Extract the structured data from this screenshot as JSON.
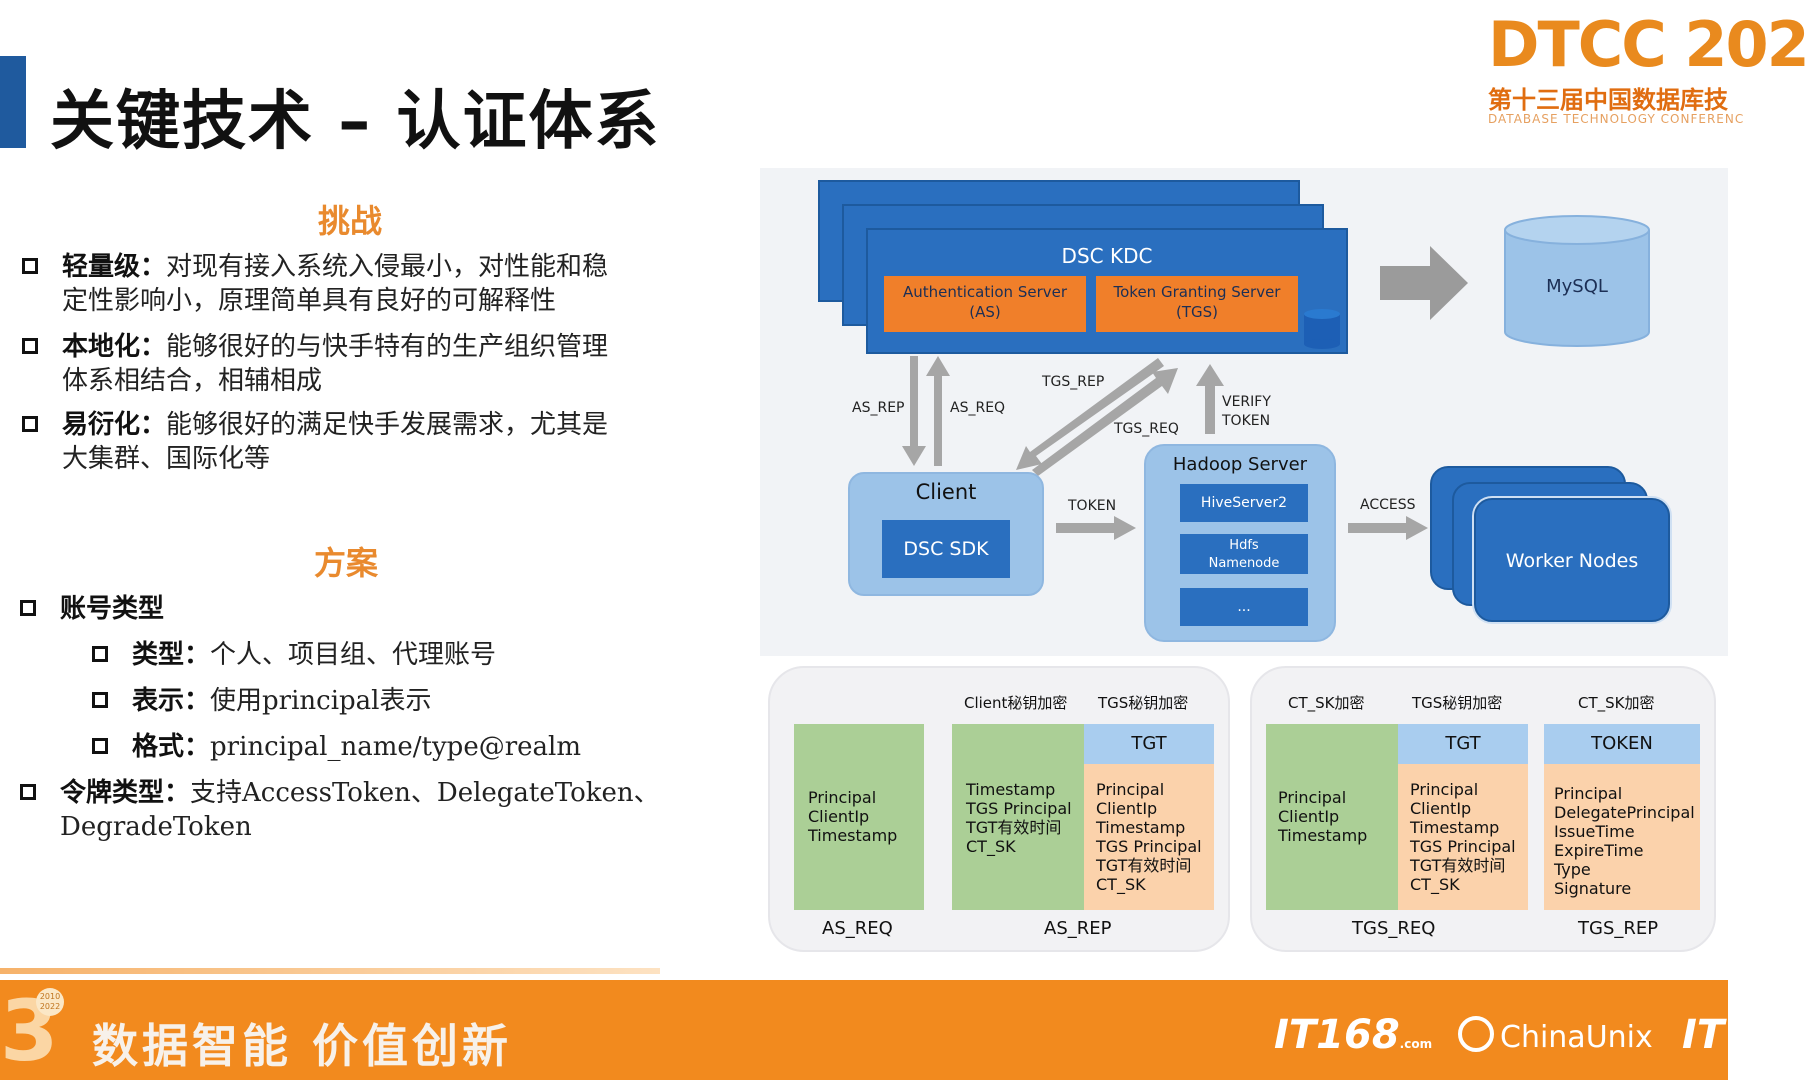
{
  "title": "关键技术 – 认证体系",
  "logo": {
    "main": "DTCC 202",
    "sub": "第十三届中国数据库技",
    "en": "DATABASE TECHNOLOGY CONFERENC"
  },
  "challenge": {
    "heading": "挑战",
    "items": [
      {
        "key": "轻量级：",
        "line1": "对现有接入系统入侵最小，对性能和稳",
        "line2": "定性影响小，原理简单具有良好的可解释性"
      },
      {
        "key": "本地化：",
        "line1": "能够很好的与快手特有的生产组织管理",
        "line2": "体系相结合，相辅相成"
      },
      {
        "key": "易衍化：",
        "line1": "能够很好的满足快手发展需求，尤其是",
        "line2": "大集群、国际化等"
      }
    ]
  },
  "solution": {
    "heading": "方案",
    "account": "账号类型",
    "sub": [
      {
        "key": "类型：",
        "val": "个人、项目组、代理账号"
      },
      {
        "key": "表示：",
        "val": "使用principal表示"
      },
      {
        "key": "格式：",
        "val": "principal_name/type@realm"
      }
    ],
    "token_key": "令牌类型：",
    "token_line1": "支持AccessToken、DelegateToken、",
    "token_line2": "DegradeToken"
  },
  "diagram": {
    "kdc": "DSC KDC",
    "as": "Authentication Server",
    "as_abbr": "(AS)",
    "tgs": "Token Granting Server",
    "tgs_abbr": "(TGS)",
    "mysql": "MySQL",
    "as_rep": "AS_REP",
    "as_req": "AS_REQ",
    "tgs_rep": "TGS_REP",
    "tgs_req": "TGS_REQ",
    "verify1": "VERIFY",
    "verify2": "TOKEN",
    "client": "Client",
    "sdk": "DSC SDK",
    "token": "TOKEN",
    "hadoop": "Hadoop Server",
    "hive": "HiveServer2",
    "hdfs1": "Hdfs",
    "hdfs2": "Namenode",
    "more": "...",
    "access": "ACCESS",
    "workers": "Worker Nodes"
  },
  "tables": {
    "left": {
      "enc1": "Client秘钥加密",
      "enc2": "TGS秘钥加密",
      "asreq_cell": "Principal\nClientIp\nTimestamp",
      "asrep_cell": "Timestamp\nTGS Principal\nTGT有效时间\nCT_SK",
      "tgt": "TGT",
      "tgt_cell": "Principal\nClientIp\nTimestamp\nTGS Principal\nTGT有效时间\nCT_SK",
      "cap1": "AS_REQ",
      "cap2": "AS_REP"
    },
    "right": {
      "enc1": "CT_SK加密",
      "enc2": "TGS秘钥加密",
      "enc3": "CT_SK加密",
      "tgsreq_cell": "Principal\nClientIp\nTimestamp",
      "tgt": "TGT",
      "tgt_cell": "Principal\nClientIp\nTimestamp\nTGS Principal\nTGT有效时间\nCT_SK",
      "token": "TOKEN",
      "token_cell": "Principal\nDelegatePrincipal\nIssueTime\nExpireTime\nType\nSignature",
      "cap1": "TGS_REQ",
      "cap2": "TGS_REP"
    }
  },
  "footer": {
    "slogan": "数据智能  价值创新",
    "big3": "3",
    "badge": "2010\n2022",
    "it168": "IT168",
    "it168_small": ".com",
    "chinaunix": "ChinaUnix",
    "itp": "IT"
  },
  "colors": {
    "accent": "#f28a1e",
    "kdc_blue": "#2a6fbf",
    "server_orange": "#f07f2a",
    "title_bar": "#1f5a9e"
  }
}
